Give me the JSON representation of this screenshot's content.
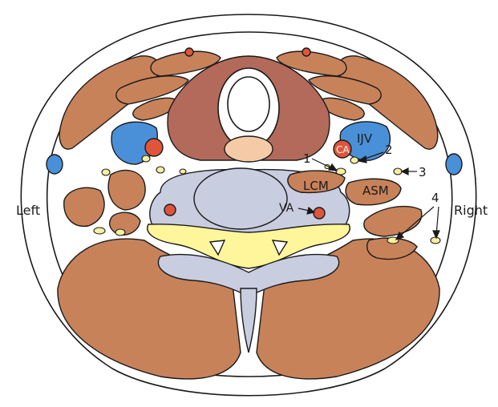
{
  "labels": {
    "left": "Left",
    "right": "Right",
    "ija": "IJV",
    "ca": "CA",
    "lcm": "LCM",
    "asm": "ASM",
    "va": "VA",
    "n1": "1",
    "n2": "2",
    "n3": "3",
    "n4": "4"
  },
  "colors": {
    "muscle": "#c8825a",
    "muscle_dark": "#b36a5a",
    "vein": "#4a90d9",
    "artery": "#e0553a",
    "nerve": "#f6f0a0",
    "bone": "#c8cde0",
    "cord": "#fff59a",
    "esophagus": "#f5cba7"
  }
}
